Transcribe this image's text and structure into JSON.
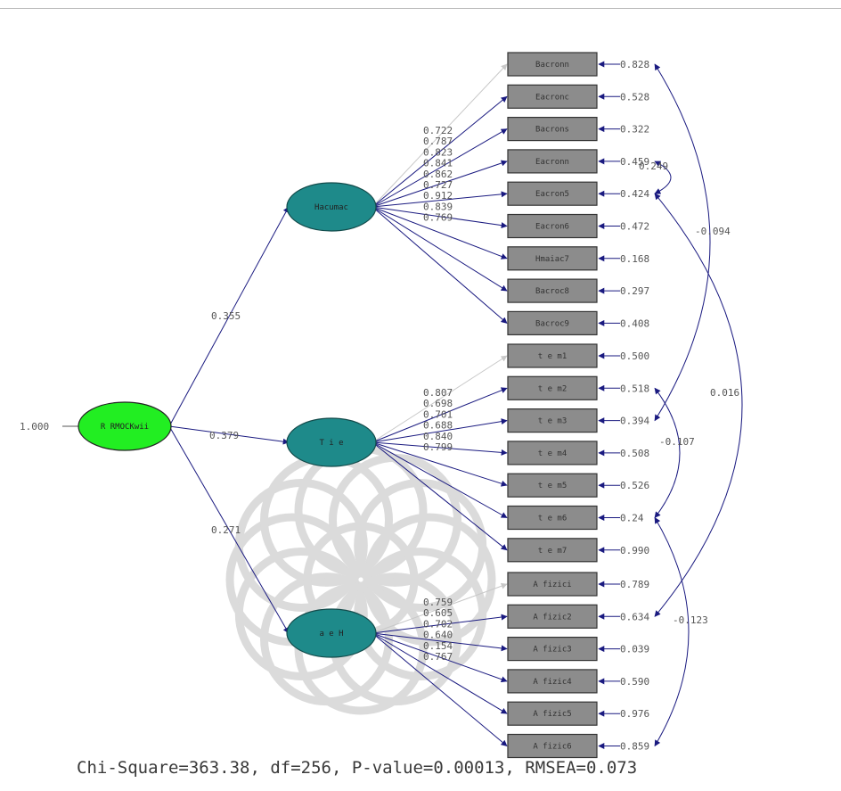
{
  "colors": {
    "exogenous_fill": "#22ee22",
    "endogenous_fill": "#1e8a8a",
    "indicator_fill": "#8c8c8c",
    "path_color": "#1a1a80",
    "fixed_path_color": "#c8c8c8",
    "watermark": "#d5d5d5"
  },
  "model": {
    "exogenous": {
      "name": "R RMOCKwii",
      "variance": "1.000"
    },
    "latents": [
      {
        "name": "Hacumac",
        "structural_coef": "0.355",
        "indicators": [
          {
            "name": "Bacronn",
            "loading": null,
            "error": "0.828"
          },
          {
            "name": "Eacronc",
            "loading": "0.722",
            "error": "0.528"
          },
          {
            "name": "Bacrons",
            "loading": "0.787",
            "error": "0.322"
          },
          {
            "name": "Eacronn",
            "loading": "0.823",
            "error": "0.459"
          },
          {
            "name": "Eacron5",
            "loading": "0.841",
            "error": "0.424"
          },
          {
            "name": "Eacron6",
            "loading": "0.862",
            "error": "0.472"
          },
          {
            "name": "Hmaiac7",
            "loading": "0.727",
            "error": "0.168"
          },
          {
            "name": "Bacroc8",
            "loading": "0.912",
            "error": "0.297"
          },
          {
            "name": "Bacroc9",
            "loading": "0.839",
            "error": "0.408"
          }
        ],
        "loading_labels": [
          "0.722",
          "0.787",
          "0.823",
          "0.841",
          "0.862",
          "0.727",
          "0.912",
          "0.839",
          "0.769"
        ]
      },
      {
        "name": "T i e",
        "structural_coef": "0.379",
        "indicators": [
          {
            "name": "t e m1",
            "loading": null,
            "error": "0.500"
          },
          {
            "name": "t e m2",
            "loading": "0.807",
            "error": "0.518"
          },
          {
            "name": "t e m3",
            "loading": "0.698",
            "error": "0.394"
          },
          {
            "name": "t e m4",
            "loading": "0.701",
            "error": "0.508"
          },
          {
            "name": "t e m5",
            "loading": "0.688",
            "error": "0.526"
          },
          {
            "name": "t e m6",
            "loading": "0.840",
            "error": "0.24"
          },
          {
            "name": "t e m7",
            "loading": "0.799",
            "error": "0.990"
          }
        ],
        "loading_labels": [
          "0.807",
          "0.698",
          "0.701",
          "0.688",
          "0.840",
          "0.799"
        ]
      },
      {
        "name": "a e H",
        "structural_coef": "0.271",
        "indicators": [
          {
            "name": "A fizici",
            "loading": null,
            "error": "0.789"
          },
          {
            "name": "A fizic2",
            "loading": "0.759",
            "error": "0.634"
          },
          {
            "name": "A fizic3",
            "loading": "0.605",
            "error": "0.039"
          },
          {
            "name": "A fizic4",
            "loading": "0.702",
            "error": "0.590"
          },
          {
            "name": "A fizic5",
            "loading": "0.640",
            "error": "0.976"
          },
          {
            "name": "A fizic6",
            "loading": "0.154",
            "error": "0.859"
          }
        ],
        "loading_labels": [
          "0.759",
          "0.605",
          "0.702",
          "0.640",
          "0.154",
          "0.767"
        ]
      }
    ],
    "covariances": [
      {
        "label": "0.249"
      },
      {
        "label": "-0.094"
      },
      {
        "label": "0.016"
      },
      {
        "label": "-0.107"
      },
      {
        "label": "-0.123"
      }
    ]
  },
  "fit_stats": "Chi-Square=363.38, df=256, P-value=0.00013, RMSEA=0.073"
}
